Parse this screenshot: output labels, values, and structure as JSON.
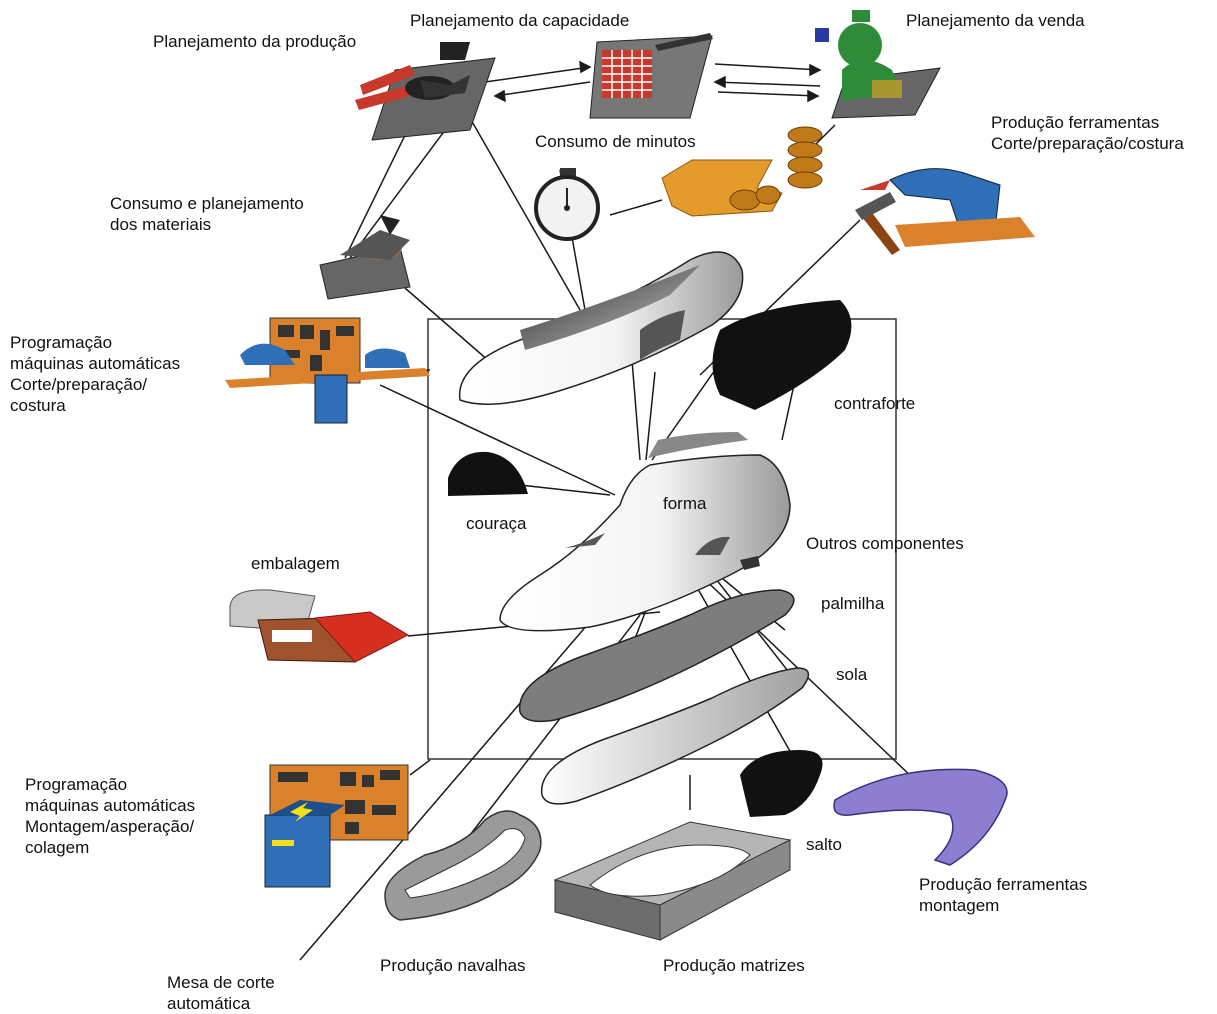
{
  "labels": {
    "planejamento_producao": "Planejamento da produção",
    "planejamento_capacidade": "Planejamento da capacidade",
    "planejamento_venda": "Planejamento da venda",
    "consumo_minutos": "Consumo de minutos",
    "producao_ferramentas_corte": "Produção ferramentas\nCorte/preparação/costura",
    "consumo_materiais": "Consumo e planejamento\ndos materiais",
    "programacao_corte": "Programação\nmáquinas automáticas\nCorte/preparação/\ncostura",
    "contraforte": "contraforte",
    "forma": "forma",
    "couraca": "couraça",
    "outros_componentes": "Outros componentes",
    "embalagem": "embalagem",
    "palmilha": "palmilha",
    "sola": "sola",
    "programacao_montagem": "Programação\nmáquinas automáticas\nMontagem/asperação/\ncolagem",
    "salto": "salto",
    "producao_ferramentas_montagem": "Produção ferramentas\nmontagem",
    "mesa_corte": "Mesa de corte\nautomática",
    "producao_navalhas": "Produção navalhas",
    "producao_matrizes": "Produção matrizes"
  },
  "colors": {
    "line": "#1a1a1a",
    "sole_gray": "#7d7d7d",
    "light_gray": "#c9c9c9",
    "black_part": "#111111",
    "machine_blue": "#2f6fb8",
    "box_brown": "#a0522d",
    "box_red": "#d72f1f",
    "tool_purple": "#8d7ed0",
    "coin_orange": "#e59b2b",
    "panel_orange": "#d9822b",
    "hand_red": "#c8392b",
    "green": "#2e8b3a"
  },
  "icons": [
    "production-planning-icon",
    "capacity-planning-icon",
    "sales-planning-icon",
    "stopwatch-icon",
    "coins-icon",
    "sewing-machine-icon",
    "materials-icon",
    "cutting-automation-icon",
    "packaging-box-icon",
    "assembly-automation-icon",
    "cutting-die-icon",
    "die-block-icon",
    "heel-tool-icon"
  ]
}
